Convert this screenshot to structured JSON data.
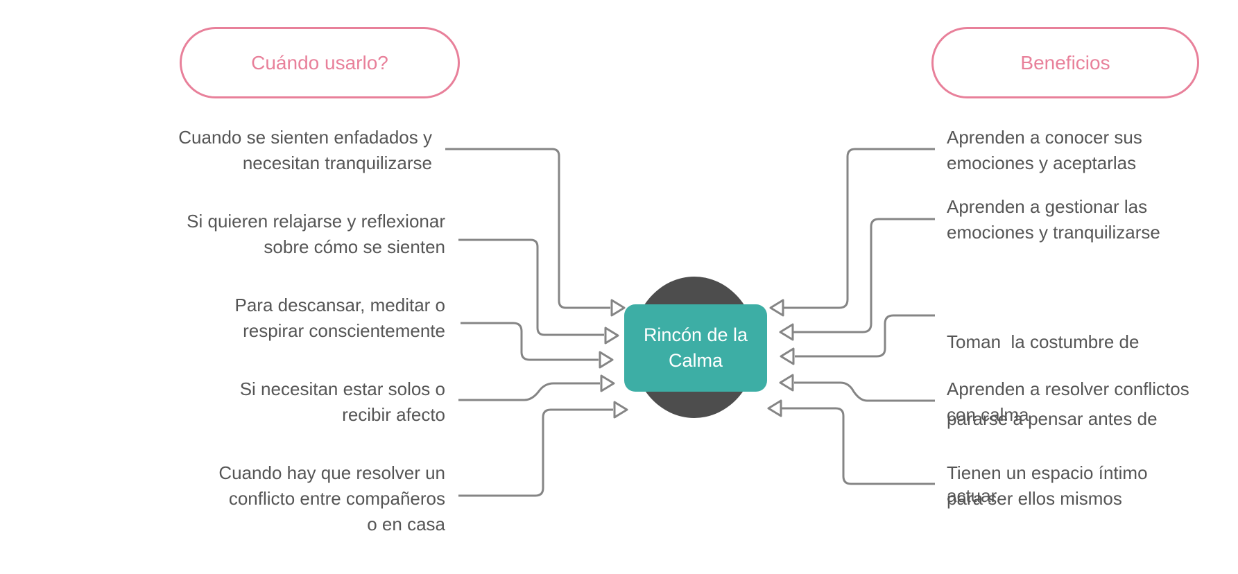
{
  "headers": {
    "left": "Cuándo usarlo?",
    "right": "Beneficios"
  },
  "center": {
    "line1": "Rincón de la",
    "line2": "Calma"
  },
  "colors": {
    "accent_pink": "#e8809a",
    "center_teal": "#3daea5",
    "center_dark": "#4d4d4d",
    "text": "#555555",
    "connector": "#858585"
  },
  "left_items": [
    [
      "Cuando se sienten enfadados y",
      "necesitan tranquilizarse"
    ],
    [
      "Si quieren relajarse y reflexionar",
      "sobre cómo se sienten"
    ],
    [
      "Para descansar, meditar o",
      "respirar conscientemente"
    ],
    [
      "Si necesitan estar solos o",
      "recibir afecto"
    ],
    [
      "Cuando hay que resolver un",
      "conflicto entre compañeros",
      "o en casa"
    ]
  ],
  "right_items": [
    [
      "Aprenden a conocer sus",
      "emociones y aceptarlas"
    ],
    [
      "Aprenden a gestionar las",
      "emociones y tranquilizarse"
    ],
    [
      "Toman  la costumbre de",
      "pararse a pensar antes de",
      "actuar."
    ],
    [
      "Aprenden a resolver conflictos",
      "con calma"
    ],
    [
      "Tienen un espacio íntimo",
      "para ser ellos mismos"
    ]
  ]
}
